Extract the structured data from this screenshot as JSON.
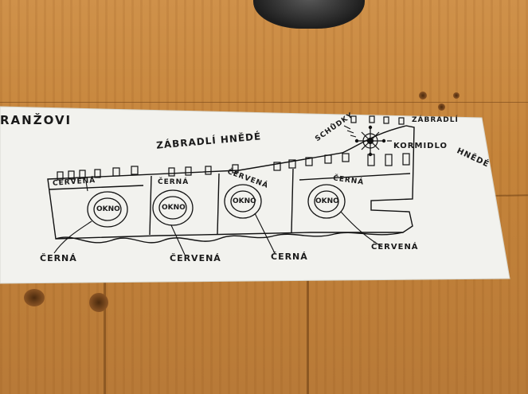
{
  "labels": {
    "title_fragment": "RANŽOVI",
    "railing_brown": "ZÁBRADLÍ HNĚDÉ",
    "stairs": "SCHŮDKY",
    "railing_right": "ZÁBRADLÍ",
    "helm": "KORMIDLO",
    "brown_right": "HNĚDÉ",
    "red_1": "ČERVENÁ",
    "black_1": "ČERNÁ",
    "red_2": "ČERVENÁ",
    "black_2": "ČERNÁ",
    "window": "OKNO",
    "bottom_black_1": "ČERNÁ",
    "bottom_red_1": "ČERVENÁ",
    "bottom_black_2": "ČERNÁ",
    "bottom_red_2": "ČERVENÁ"
  }
}
